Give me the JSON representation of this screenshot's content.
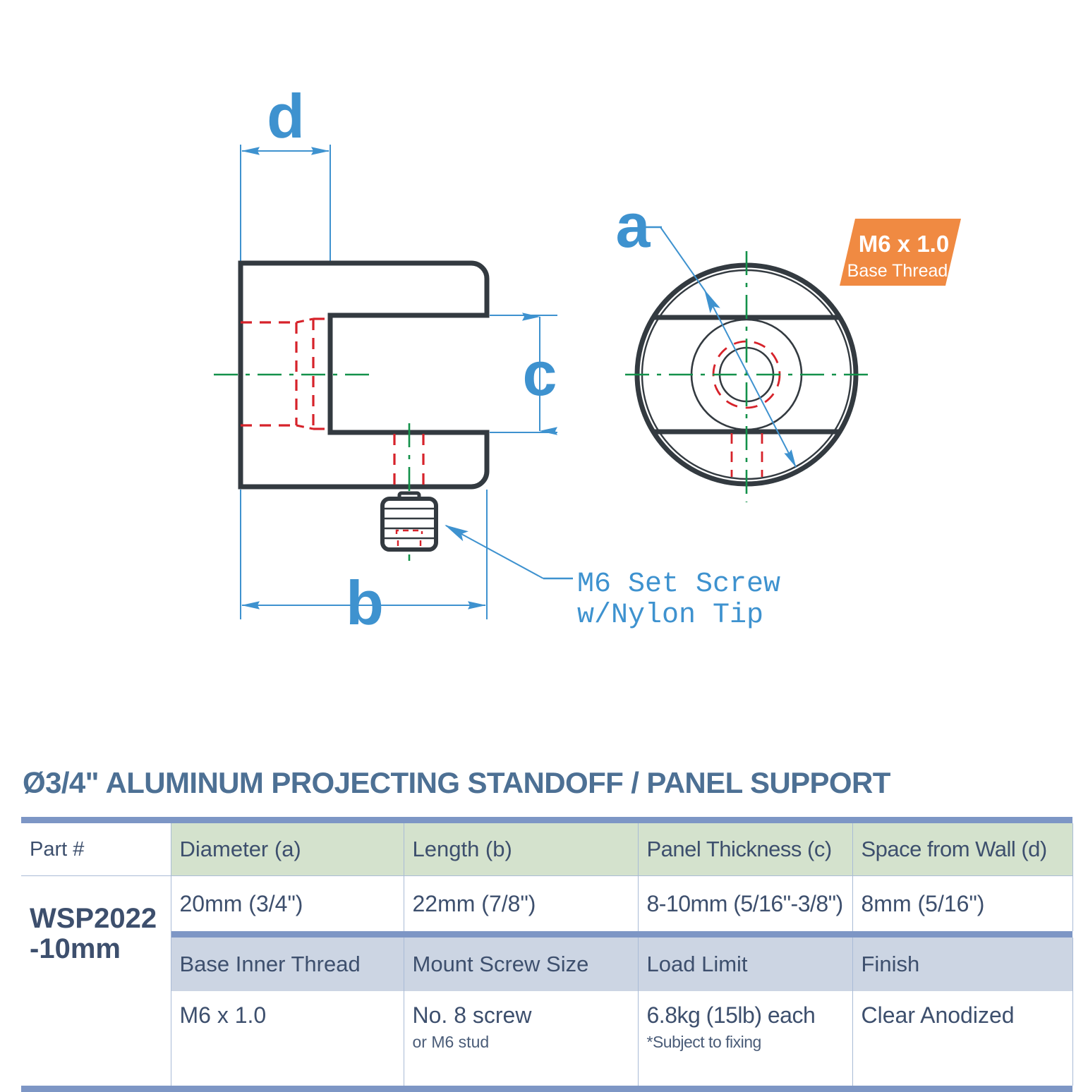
{
  "drawing": {
    "dimension_labels": {
      "d": "d",
      "b": "b",
      "c": "c",
      "a": "a"
    },
    "badge": {
      "line1": "M6 x 1.0",
      "line2": "Base Thread",
      "color": "#F08A42"
    },
    "callout": {
      "line1": "M6 Set Screw",
      "line2": "w/Nylon Tip"
    },
    "colors": {
      "outline": "#333A40",
      "dimension_blue": "#3E92CF",
      "hidden_red": "#D6222A",
      "centerline_green": "#13914A"
    }
  },
  "spec": {
    "title": "Ø3/4\" ALUMINUM PROJECTING STANDOFF / PANEL SUPPORT",
    "part_number_line1": "WSP2022",
    "part_number_line2": "-10mm",
    "part_header": "Part #",
    "headers_row1": [
      "Diameter (a)",
      "Length (b)",
      "Panel Thickness (c)",
      "Space from Wall (d)"
    ],
    "values_row1": [
      "20mm (3/4\")",
      "22mm (7/8\")",
      "8-10mm (5/16\"-3/8\")",
      "8mm (5/16\")"
    ],
    "headers_row2": [
      "Base Inner Thread",
      "Mount Screw Size",
      "Load Limit",
      "Finish"
    ],
    "values_row2": [
      "M6 x 1.0",
      "No. 8 screw",
      "6.8kg (15lb) each",
      "Clear Anodized"
    ],
    "values_row2_sub": [
      "",
      "or M6 stud",
      "*Subject to fixing",
      ""
    ],
    "colors": {
      "title": "#4d7094",
      "text": "#3d4f6d",
      "header_green": "#d4e2cd",
      "header_blue": "#ccd5e3",
      "bar_blue": "#7d96c5",
      "grid": "#a9bbd6"
    }
  }
}
